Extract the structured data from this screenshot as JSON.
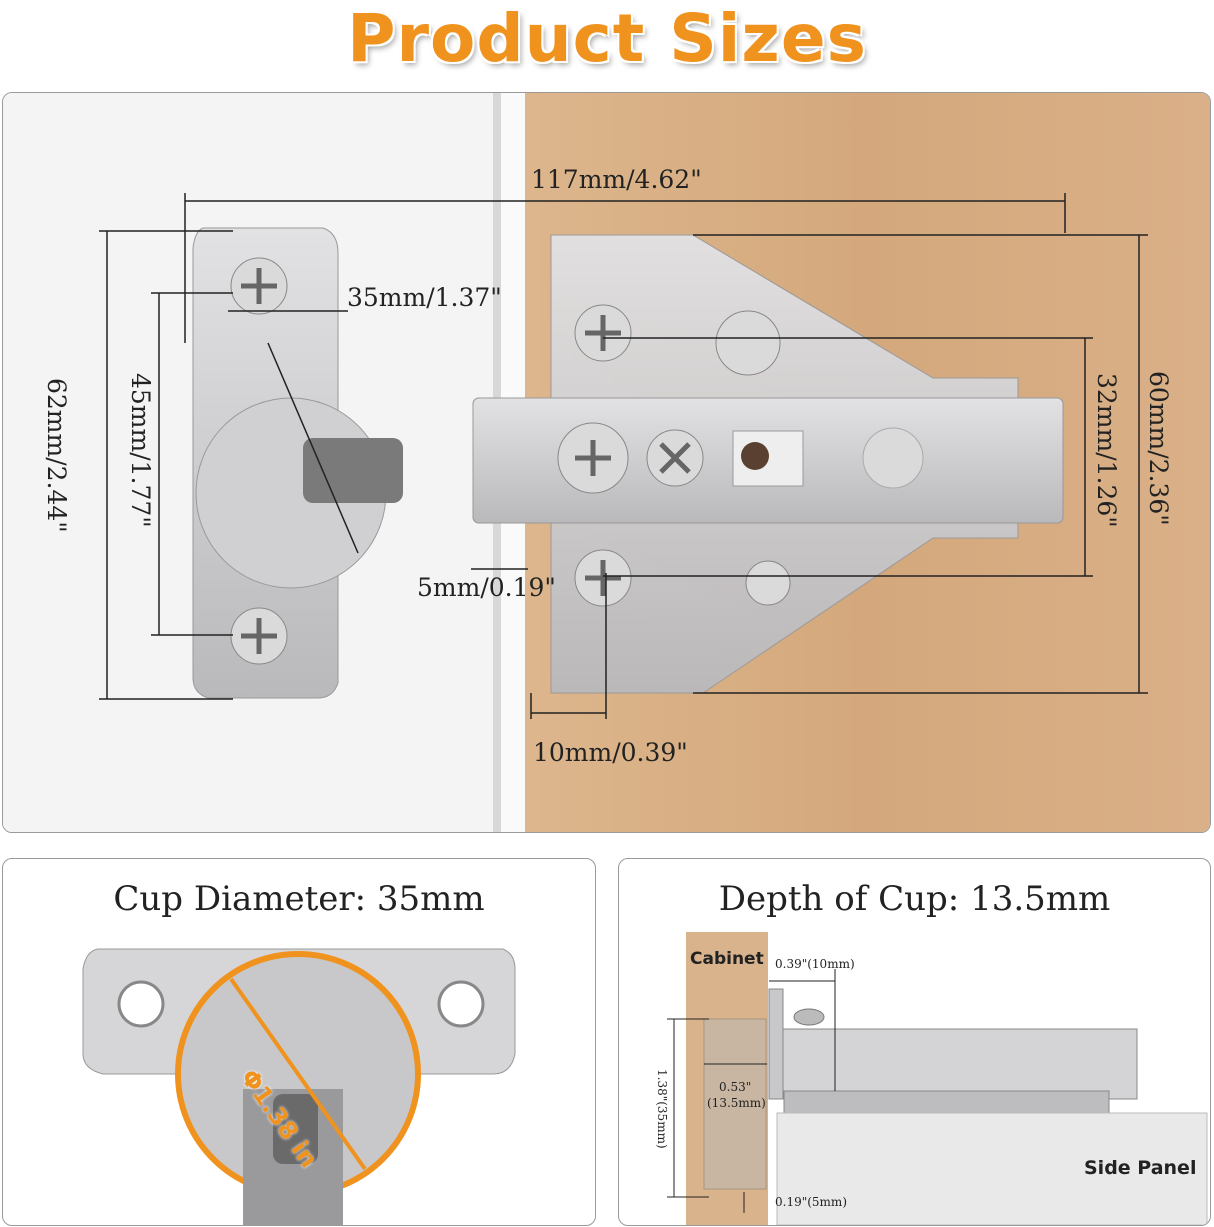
{
  "title": "Product Sizes",
  "colors": {
    "accent": "#F0921E",
    "wood": "#D9AE84",
    "metal": "#C9C9CB"
  },
  "main_view": {
    "overall_width": "117mm/4.62\"",
    "cup_diameter": "35mm/1.37\"",
    "plate_height": "62mm/2.44\"",
    "screw_spacing": "45mm/1.77\"",
    "cup_offset": "5mm/0.19\"",
    "mount_screw_spacing": "32mm/1.26\"",
    "mount_height": "60mm/2.36\"",
    "mount_offset": "10mm/0.39\""
  },
  "cup_panel": {
    "title": "Cup Diameter: 35mm",
    "diameter_label": "Φ1.38 in"
  },
  "depth_panel": {
    "title": "Depth of Cup: 13.5mm",
    "cabinet_label": "Cabinet",
    "side_panel_label": "Side Panel",
    "offset_top": "0.39\"(10mm)",
    "depth": "0.53\"",
    "depth_mm": "(13.5mm)",
    "cup_height": "1.38\"(35mm)",
    "offset_bottom": "0.19\"(5mm)"
  }
}
